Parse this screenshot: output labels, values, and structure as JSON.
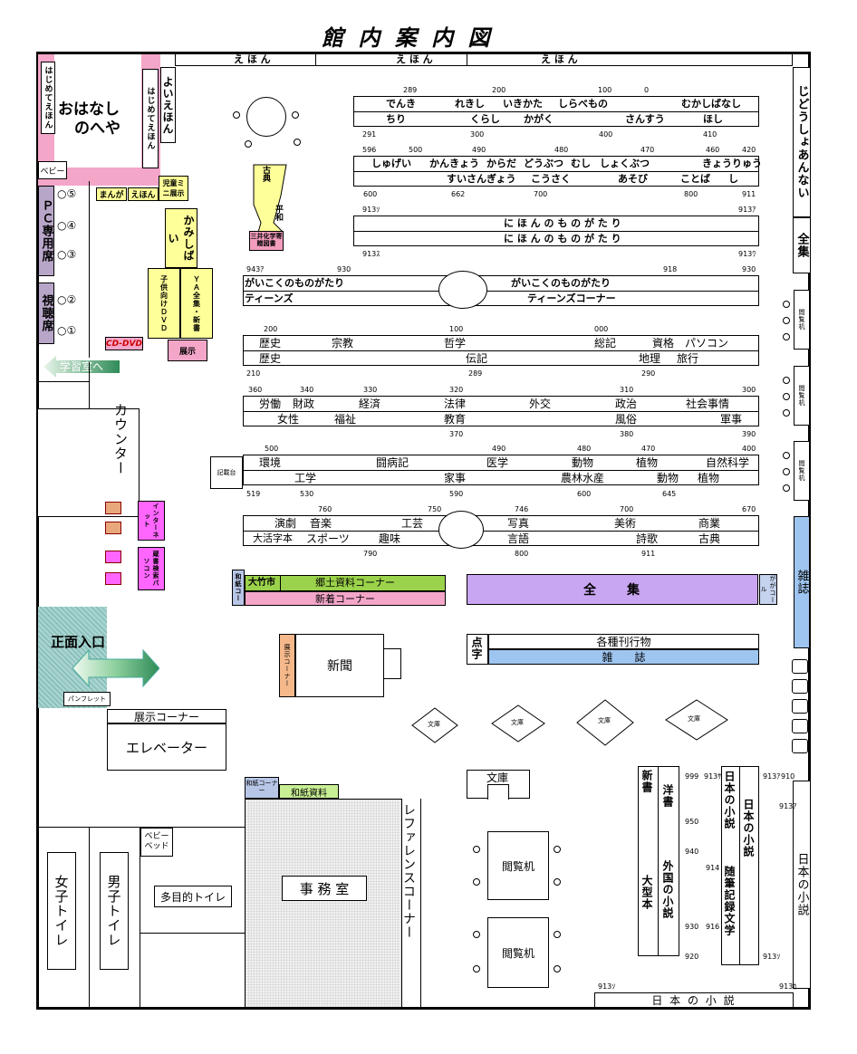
{
  "title": "館 内 案 内 図",
  "ehon_top": [
    "え ほ ん",
    "え ほ ん",
    "え ほ ん"
  ],
  "ohanashi": {
    "l1": "おはなし",
    "l2": "のへや"
  },
  "hajimete_ehon_left": "はじめてえほん",
  "yoi_ehon": "よいえほん",
  "hajimete_ehon_right": "はじめてえほん",
  "baby": "ベビー",
  "jido_mini": "児童ミニ展示",
  "manga": "まんが",
  "ehon": "えほん",
  "pc_seat": "ＰＣ専用席",
  "pc_nums": [
    "○⑤",
    "○④",
    "○③"
  ],
  "av_seat": "視聴席",
  "av_nums": [
    "○②",
    "○①"
  ],
  "cddvd": "CD-DVD",
  "gakushu": "学習室へ",
  "counter": "カウンター",
  "kamishibai": "かみしばい",
  "kodomo_dvd": "子供向けＤＶＤ",
  "ya_zenshu": "ＹＡ全集・新書",
  "tenji_small": "展示",
  "koten": "古典",
  "heiwa": "平和",
  "mitsui": "三井化学寄贈図書",
  "sh1": {
    "nums_top": [
      "289",
      "200",
      "100",
      "0"
    ],
    "row1": [
      "でんき",
      "れきし",
      "いきかた",
      "しらべもの",
      "むかしばなし"
    ],
    "row2": [
      "ちり",
      "くらし",
      "かがく",
      "さんすう",
      "ほし"
    ],
    "nums_bot": [
      "291",
      "300",
      "400",
      "410"
    ]
  },
  "sh2": {
    "nums_top": [
      "596",
      "500",
      "490",
      "480",
      "470",
      "460",
      "420"
    ],
    "row1": [
      "しゅげい",
      "かんきょう",
      "からだ",
      "どうぶつ",
      "むし",
      "しょくぶつ",
      "きょうりゅう"
    ],
    "row2": [
      "すいさんぎょう",
      "こうさく",
      "あそび",
      "ことば",
      "し"
    ],
    "nums_bot": [
      "600",
      "662",
      "700",
      "800",
      "911"
    ]
  },
  "sh3": {
    "nums_top": [
      "913ｿ",
      "913ｱ"
    ],
    "row1": "に ほ ん の も の が た り",
    "row2": "に ほ ん の も の が た り",
    "nums_bot": [
      "913ｽ",
      "913ﾜ"
    ]
  },
  "sh4": {
    "nums_top": [
      "943ｱ",
      "930",
      "918",
      "930"
    ],
    "row1": [
      "がいこくのものがたり",
      "がいこくのものがたり"
    ],
    "row2": [
      "ティーンズ",
      "ティーンズコーナー"
    ]
  },
  "sh5": {
    "nums_top": [
      "200",
      "100",
      "000"
    ],
    "row1": [
      "歴史",
      "宗教",
      "哲学",
      "総記",
      "資格",
      "パソコン"
    ],
    "row2": [
      "歴史",
      "伝記",
      "地理",
      "旅行"
    ],
    "nums_bot": [
      "210",
      "289",
      "290"
    ]
  },
  "sh6": {
    "nums_top": [
      "360",
      "340",
      "330",
      "320",
      "310",
      "300"
    ],
    "row1": [
      "労働",
      "財政",
      "経済",
      "法律",
      "外交",
      "政治",
      "社会事情"
    ],
    "row2": [
      "女性",
      "福祉",
      "教育",
      "風俗",
      "軍事"
    ],
    "nums_bot": [
      "370",
      "380",
      "390"
    ]
  },
  "kisaidai": "記載台",
  "sh7": {
    "nums_top": [
      "500",
      "490",
      "480",
      "470",
      "400"
    ],
    "row1": [
      "環境",
      "闘病記",
      "医学",
      "動物",
      "植物",
      "自然科学"
    ],
    "row2": [
      "工学",
      "家事",
      "農林水産",
      "動物",
      "植物"
    ],
    "nums_bot": [
      "519",
      "530",
      "590",
      "600",
      "645"
    ]
  },
  "sh8": {
    "nums_top": [
      "760",
      "750",
      "746",
      "700",
      "670"
    ],
    "row1": [
      "演劇",
      "音楽",
      "工芸",
      "写真",
      "美術",
      "商業"
    ],
    "row2": [
      "大活字本",
      "スポーツ",
      "趣味",
      "言語",
      "詩歌",
      "古典"
    ],
    "nums_bot": [
      "790",
      "800",
      "911"
    ]
  },
  "internet": "インターネット",
  "zosho_pc": "蔵書検索パソコン",
  "washi_top": "和紙コー",
  "otake": "大竹市",
  "kyodo": "郷土資料コーナー",
  "shinchaku": "新着コーナー",
  "zenshu_big": "全　　集",
  "gaga": "ががコール",
  "shomen": "正面入口",
  "pamphlet": "パンフレット",
  "tenji_corner": "展示コーナー",
  "elevator": "エレベーター",
  "shinbun_tenji": "展示コーナー",
  "shinbun": "新聞",
  "tenji_char": "点字",
  "kakushu": "各種刊行物",
  "zasshi_row": "雑　　誌",
  "bunko": [
    "文庫",
    "文庫",
    "文庫",
    "文庫"
  ],
  "bunko_big": "文庫",
  "washi2": "和紙コーナー",
  "washi_shiryo": "和紙資料",
  "baby_bed": "ベビーベッド",
  "joshi": "女子トイレ",
  "danshi": "男子トイレ",
  "tamokuteki": "多目的トイレ",
  "jimushitsu": "事 務 室",
  "reference": "レファレンスコーナー",
  "etsuran": [
    "閲覧机",
    "閲覧机"
  ],
  "etsuran_small": [
    "閲覧机",
    "閲覧机",
    "閲覧机"
  ],
  "jido_annai": "じどうしょあんない",
  "zenshu_right": "全集",
  "zasshi_right": "雑誌",
  "nihon_right": "日本の小説",
  "shinsho": "新書",
  "yosho": "洋書",
  "gaikoku": "外国の小説",
  "ogata": "大型本",
  "nihon_sho1": "日本の小説",
  "zuihitsu": "随筆記録文学",
  "nihon_sho2": "日本の小説",
  "nihon_bottom": "日 本 の 小 説",
  "right_nums": [
    "999",
    "913ｻ",
    "913ｱ",
    "910",
    "913ｱ",
    "950",
    "940",
    "914",
    "930",
    "916",
    "920",
    "913ｿ",
    "913ｿ",
    "913ｶ"
  ]
}
